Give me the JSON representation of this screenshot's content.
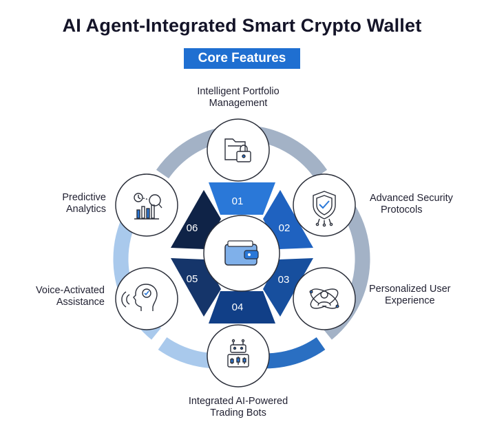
{
  "title": "AI Agent-Integrated Smart Crypto Wallet",
  "subtitle": "Core Features",
  "center_icon": "wallet-icon",
  "features": [
    {
      "number": "01",
      "line1": "Intelligent Portfolio",
      "line2": "Management",
      "icon": "portfolio-folder-lock-icon"
    },
    {
      "number": "02",
      "line1": "Advanced Security",
      "line2": "Protocols",
      "icon": "shield-check-icon"
    },
    {
      "number": "03",
      "line1": "Personalized User",
      "line2": "Experience",
      "icon": "user-orbit-icon"
    },
    {
      "number": "04",
      "line1": "Integrated AI-Powered",
      "line2": "Trading Bots",
      "icon": "robot-chart-icon"
    },
    {
      "number": "05",
      "line1": "Voice-Activated",
      "line2": "Assistance",
      "icon": "voice-head-icon"
    },
    {
      "number": "06",
      "line1": "Predictive",
      "line2": "Analytics",
      "icon": "analytics-chart-icon"
    }
  ],
  "colors": {
    "accent": "#1f6fd1",
    "ring_gray": "#a3b2c6",
    "ring_light": "#a9c9ec",
    "ring_blue": "#2a6fc2",
    "seg_01": "#2a78d8",
    "seg_02": "#1f62c0",
    "seg_03": "#174f9e",
    "seg_04": "#113f87",
    "seg_05": "#15356a",
    "seg_06": "#0f2347",
    "icon_stroke": "#2b2f3a"
  }
}
